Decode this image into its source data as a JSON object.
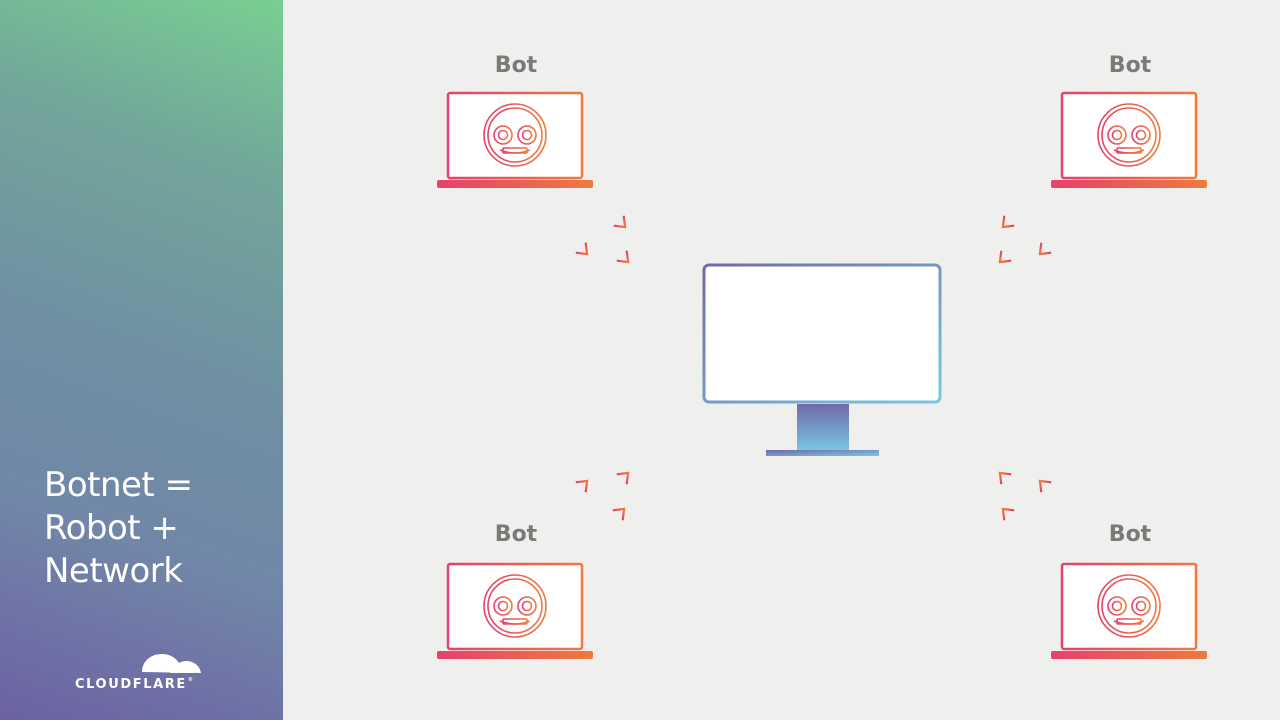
{
  "sidebar": {
    "title_lines": [
      "Botnet =",
      "Robot +",
      "Network"
    ],
    "logo": {
      "text": "CLOUDFLARE"
    }
  },
  "diagram": {
    "bots": [
      {
        "label": "Bot",
        "position": "top-left"
      },
      {
        "label": "Bot",
        "position": "top-right"
      },
      {
        "label": "Bot",
        "position": "bottom-left"
      },
      {
        "label": "Bot",
        "position": "bottom-right"
      }
    ],
    "target": {
      "type": "monitor"
    },
    "colors": {
      "bot_gradient_start": "#e6416d",
      "bot_gradient_end": "#ee7a3e",
      "monitor_frame_start": "#6f6aa8",
      "monitor_frame_end": "#7ac7e3",
      "label": "#7a7a78",
      "background": "#eff0ed"
    }
  }
}
